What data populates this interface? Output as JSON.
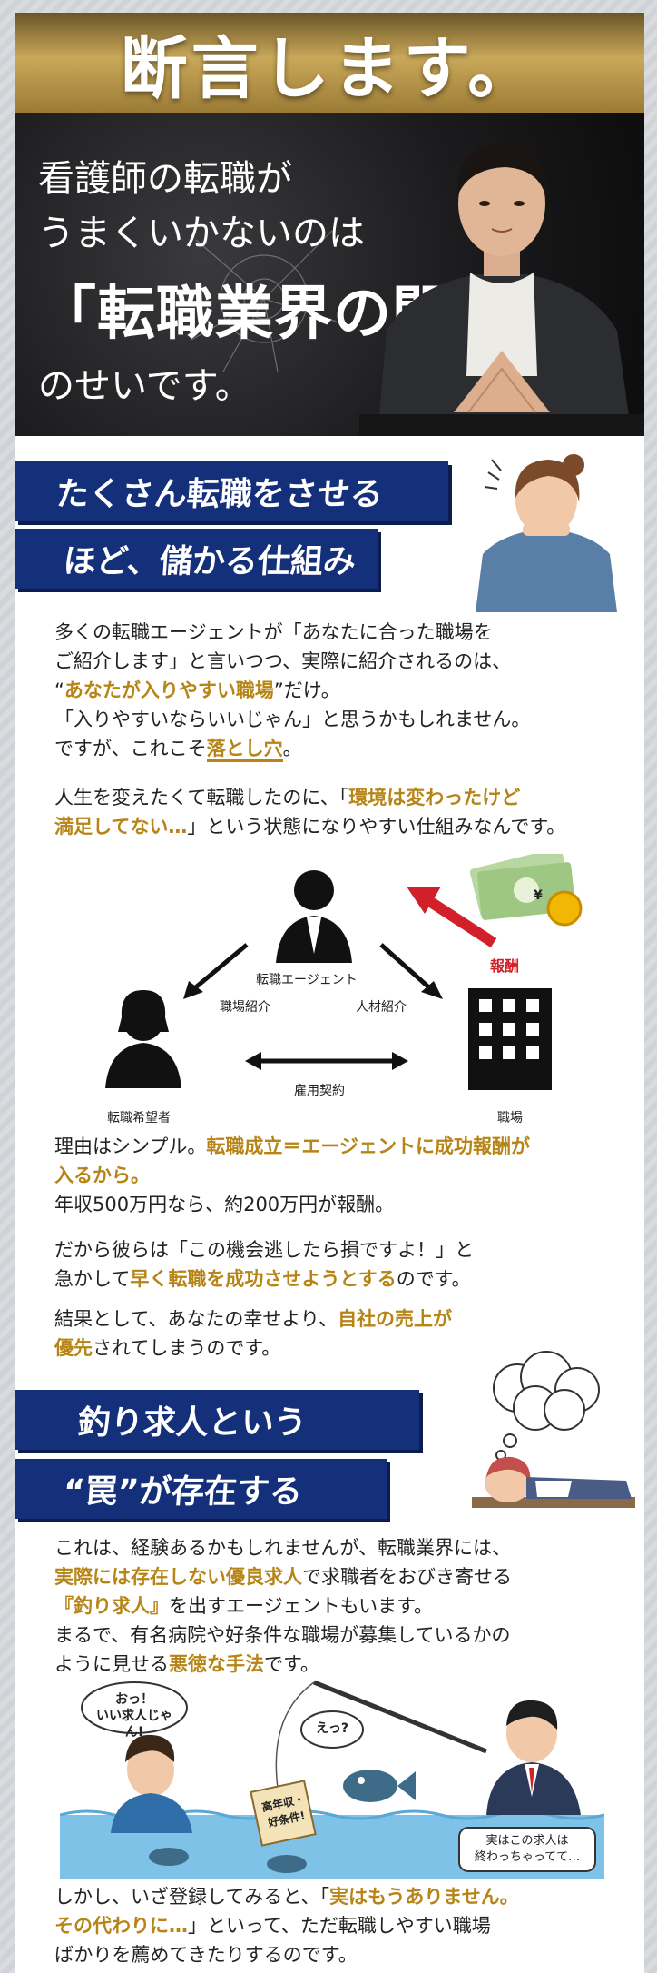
{
  "hero": {
    "headline": "断言します。",
    "line1": "看護師の転職が",
    "line2": "うまくいかないのは",
    "line3": "「転職業界の闇」",
    "line4": "のせいです。"
  },
  "section1": {
    "banner_line1": "たくさん転職をさせる",
    "banner_line2": "ほど、儲かる仕組み",
    "para1": {
      "l1": "多くの転職エージェントが「あなたに合った職場を",
      "l2": "ご紹介します」と言いつつ、実際に紹介されるのは、",
      "l3_pre": "“",
      "l3_hl": "あなたが入りやすい職場",
      "l3_post": "”だけ。",
      "l4": "「入りやすいならいいじゃん」と思うかもしれません。",
      "l5_pre": "ですが、これこそ",
      "l5_hl": "落とし穴",
      "l5_post": "。"
    },
    "para2": {
      "l1_pre": "人生を変えたくて転職したのに、「",
      "l1_hl": "環境は変わったけど",
      "l2_hl": "満足してない…",
      "l2_post": "」という状態になりやすい仕組みなんです。"
    }
  },
  "diagram": {
    "agent": "転職エージェント",
    "job_intro": "職場紹介",
    "talent_intro": "人材紹介",
    "reward": "報酬",
    "contract": "雇用契約",
    "seeker": "転職希望者",
    "workplace": "職場",
    "currency": "¥"
  },
  "section2": {
    "para1": {
      "l1_pre": "理由はシンプル。",
      "l1_hl": "転職成立＝エージェントに成功報酬が",
      "l2_hl": "入るから。",
      "l3": "年収500万円なら、約200万円が報酬。"
    },
    "para2": {
      "l1": "だから彼らは「この機会逃したら損ですよ！」と",
      "l2_pre": "急かして",
      "l2_hl": "早く転職を成功させようとする",
      "l2_post": "のです。"
    },
    "para3": {
      "l1_pre": "結果として、あなたの幸せより、",
      "l1_hl": "自社の売上が",
      "l2_hl": "優先",
      "l2_post": "されてしまうのです。"
    }
  },
  "section3": {
    "banner_line1": "釣り求人という",
    "banner_line2": "“罠”が存在する",
    "para1": {
      "l1": "これは、経験あるかもしれませんが、転職業界には、",
      "l2_hl": "実際には存在しない優良求人",
      "l2_post": "で求職者をおびき寄せる",
      "l3_hl": "『釣り求人』",
      "l3_post": "を出すエージェントもいます。",
      "l4": "まるで、有名病院や好条件な職場が募集しているかの",
      "l5_pre": "ように見せる",
      "l5_hl": "悪徳な手法",
      "l5_post": "です。"
    },
    "fishing": {
      "bubble_left": "おっ！\nいい求人じゃん!",
      "bubble_fish": "えっ?",
      "bait": "高年収・\n好条件!",
      "bubble_right": "実はこの求人は\n終わっちゃってて…"
    },
    "para2": {
      "l1_pre": "しかし、いざ登録してみると、「",
      "l1_hl": "実はもうありません。",
      "l2_hl": "その代わりに…",
      "l2_post": "」といって、ただ転職しやすい職場",
      "l3": "ばかりを薦めてきたりするのです。"
    }
  },
  "colors": {
    "gold": "#b78517",
    "banner_navy": "#15307a",
    "reward_red": "#d2202a"
  }
}
